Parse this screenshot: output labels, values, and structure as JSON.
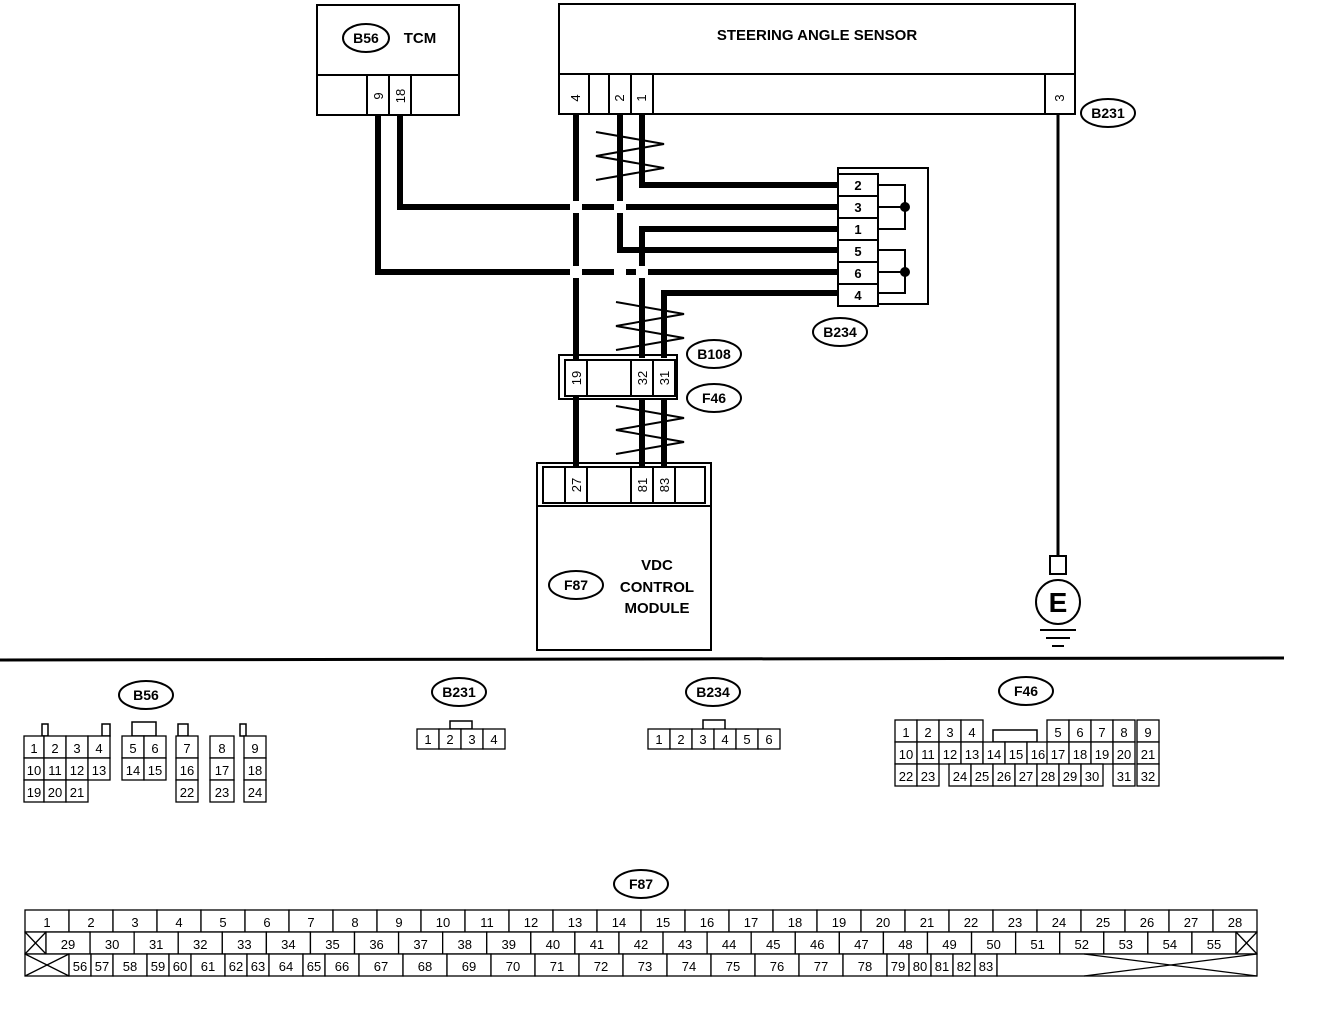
{
  "modules": {
    "tcm": {
      "code": "B56",
      "name": "TCM",
      "pins": [
        "9",
        "18"
      ]
    },
    "steering_sensor": {
      "name": "STEERING ANGLE SENSOR",
      "pins": [
        "4",
        "2",
        "1",
        "3"
      ],
      "connector": "B231"
    },
    "vdc": {
      "code": "F87",
      "name_lines": [
        "VDC",
        "CONTROL",
        "MODULE"
      ],
      "pins": [
        "27",
        "81",
        "83"
      ]
    },
    "joint": {
      "code": "B234",
      "pins": [
        "2",
        "3",
        "1",
        "5",
        "6",
        "4"
      ]
    },
    "inline": {
      "code_top": "B108",
      "code_bottom": "F46",
      "pins": [
        "19",
        "32",
        "31"
      ]
    },
    "ground": {
      "symbol": "E"
    }
  },
  "connectors": {
    "b56": {
      "code": "B56",
      "rows": [
        [
          "1",
          "2",
          "3",
          "4",
          "5",
          "6",
          "7",
          "8",
          "9"
        ],
        [
          "10",
          "11",
          "12",
          "13",
          "14",
          "15",
          "16",
          "17",
          "18"
        ],
        [
          "19",
          "20",
          "21",
          "22",
          "23",
          "24"
        ]
      ]
    },
    "b231": {
      "code": "B231",
      "pins": [
        "1",
        "2",
        "3",
        "4"
      ]
    },
    "b234": {
      "code": "B234",
      "pins": [
        "1",
        "2",
        "3",
        "4",
        "5",
        "6"
      ]
    },
    "f46": {
      "code": "F46",
      "rows": [
        [
          "1",
          "2",
          "3",
          "4",
          "5",
          "6",
          "7",
          "8",
          "9"
        ],
        [
          "10",
          "11",
          "12",
          "13",
          "14",
          "15",
          "16",
          "17",
          "18",
          "19",
          "20",
          "21"
        ],
        [
          "22",
          "23",
          "24",
          "25",
          "26",
          "27",
          "28",
          "29",
          "30",
          "31",
          "32"
        ]
      ]
    },
    "f87": {
      "code": "F87",
      "row1": [
        "1",
        "2",
        "3",
        "4",
        "5",
        "6",
        "7",
        "8",
        "9",
        "10",
        "11",
        "12",
        "13",
        "14",
        "15",
        "16",
        "17",
        "18",
        "19",
        "20",
        "21",
        "22",
        "23",
        "24",
        "25",
        "26",
        "27",
        "28"
      ],
      "row2": [
        "29",
        "30",
        "31",
        "32",
        "33",
        "34",
        "35",
        "36",
        "37",
        "38",
        "39",
        "40",
        "41",
        "42",
        "43",
        "44",
        "45",
        "46",
        "47",
        "48",
        "49",
        "50",
        "51",
        "52",
        "53",
        "54",
        "55"
      ],
      "row3": [
        "56",
        "57",
        "58",
        "59",
        "60",
        "61",
        "62",
        "63",
        "64",
        "65",
        "66",
        "67",
        "68",
        "69",
        "70",
        "71",
        "72",
        "73",
        "74",
        "75",
        "76",
        "77",
        "78",
        "79",
        "80",
        "81",
        "82",
        "83"
      ]
    }
  }
}
